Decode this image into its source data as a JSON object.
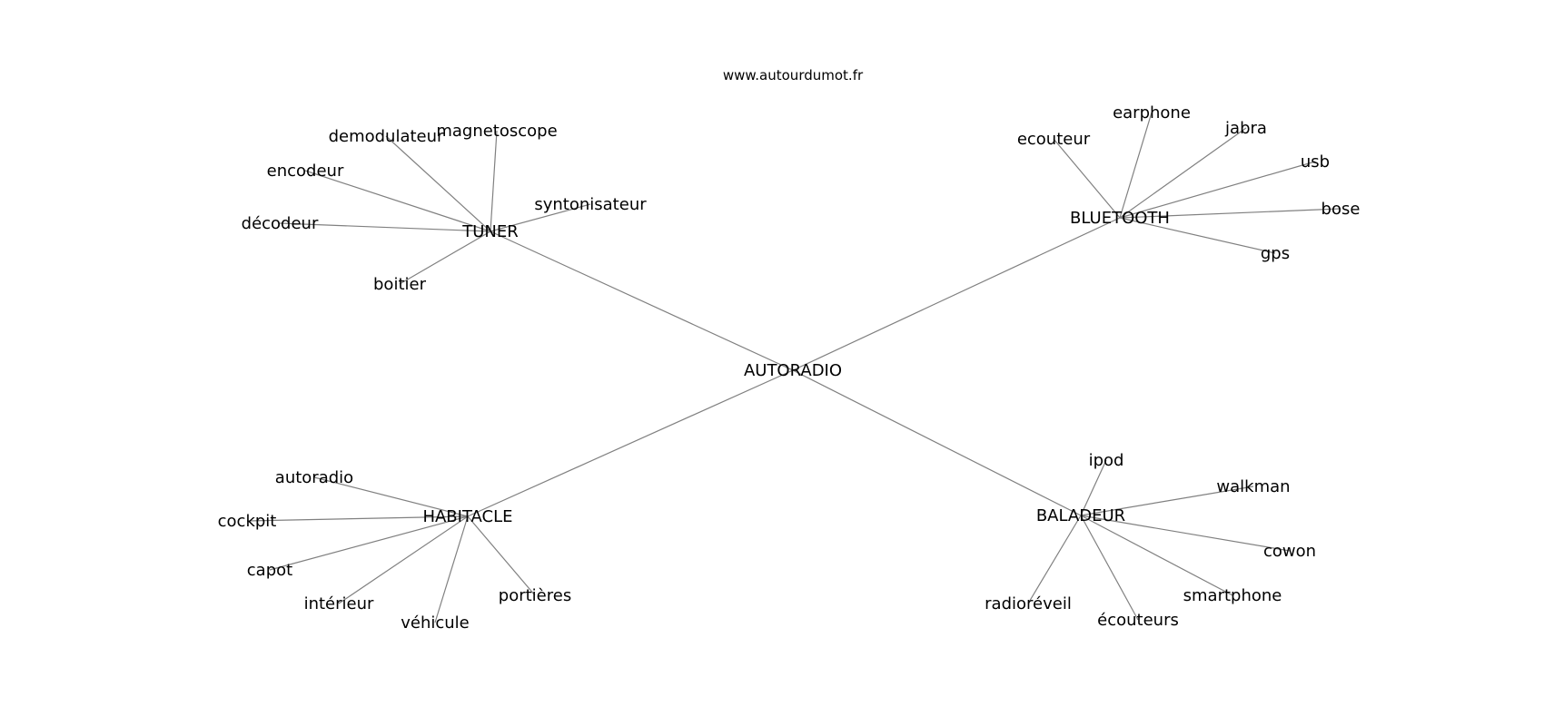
{
  "source": "www.autourdumot.fr",
  "root": "AUTORADIO",
  "hubs": [
    {
      "id": "tuner",
      "label": "TUNER",
      "leaves": [
        "magnetoscope",
        "demodulateur",
        "encodeur",
        "décodeur",
        "boitier",
        "syntonisateur"
      ]
    },
    {
      "id": "bluetooth",
      "label": "BLUETOOTH",
      "leaves": [
        "earphone",
        "ecouteur",
        "jabra",
        "usb",
        "bose",
        "gps"
      ]
    },
    {
      "id": "habitacle",
      "label": "HABITACLE",
      "leaves": [
        "autoradio",
        "cockpit",
        "capot",
        "intérieur",
        "véhicule",
        "portières"
      ]
    },
    {
      "id": "baladeur",
      "label": "BALADEUR",
      "leaves": [
        "ipod",
        "walkman",
        "cowon",
        "smartphone",
        "écouteurs",
        "radioréveil"
      ]
    }
  ]
}
